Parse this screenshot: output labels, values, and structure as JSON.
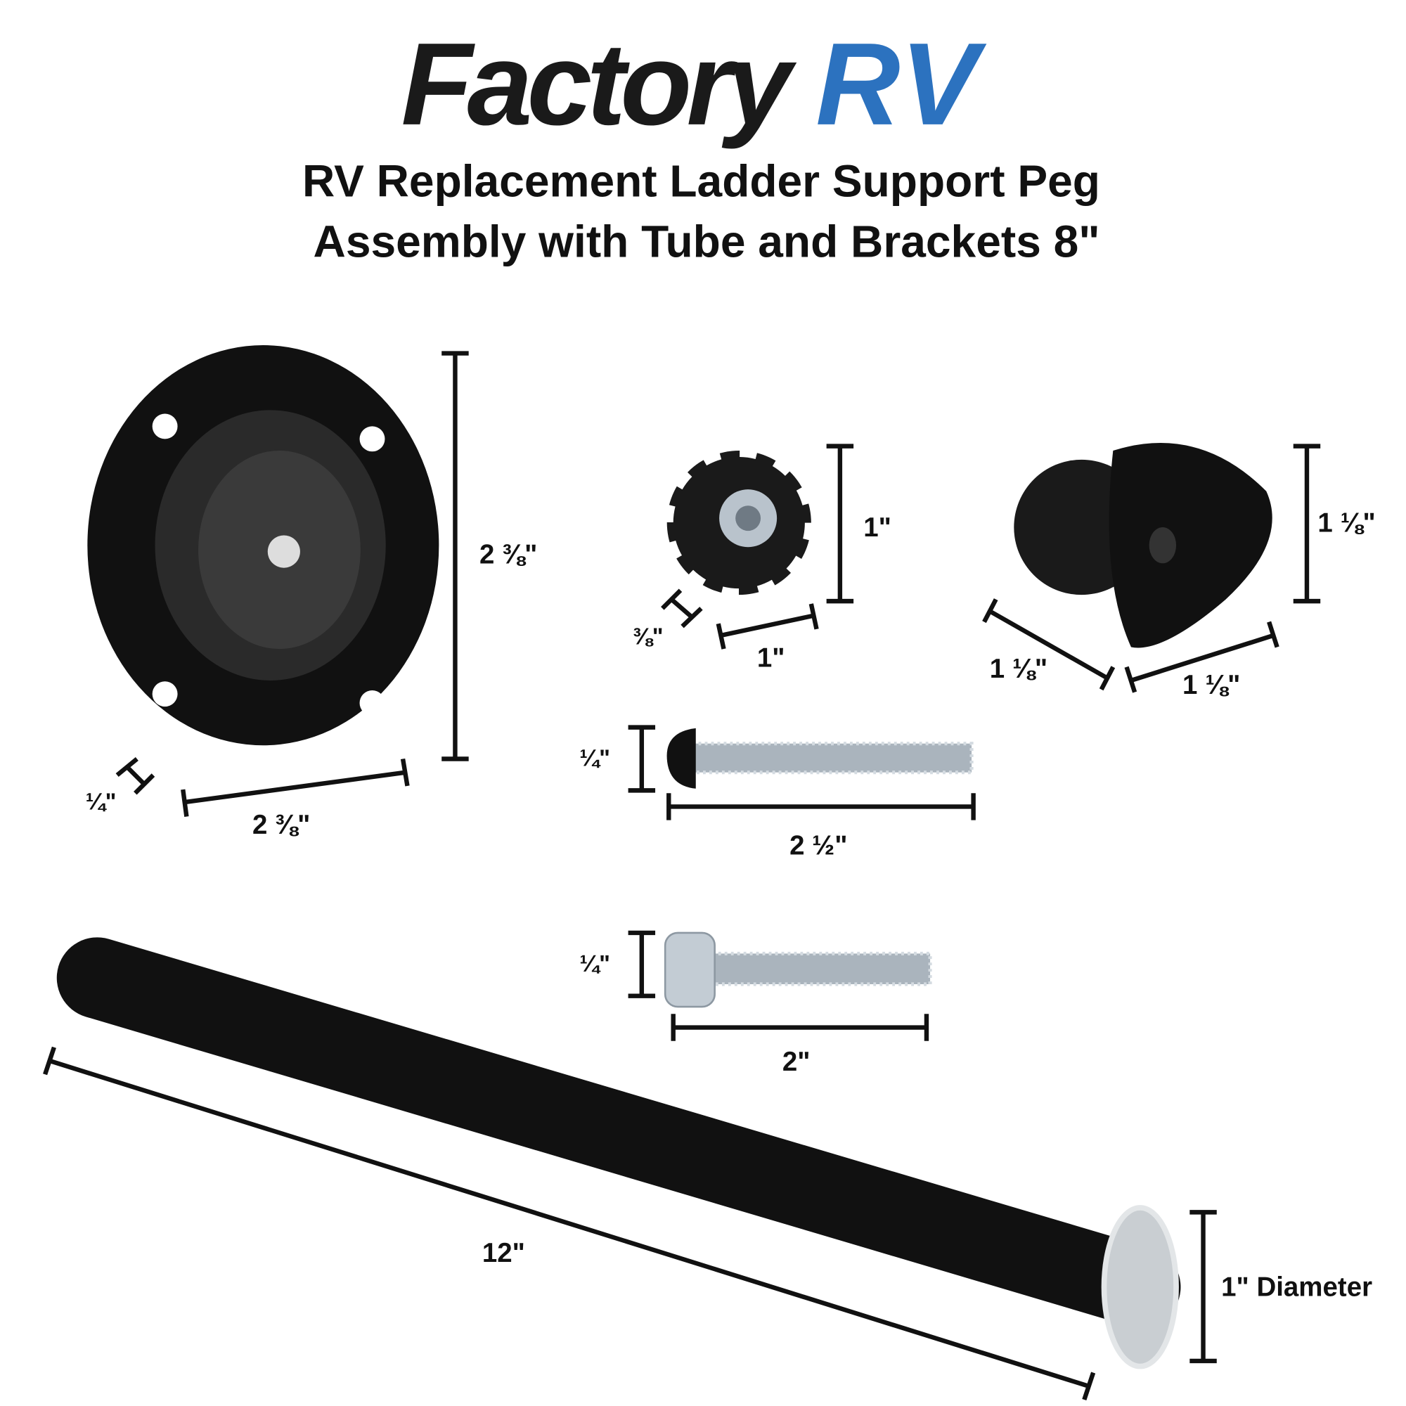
{
  "brand": {
    "word1": "Factory",
    "word2": "RV",
    "blue": "#2c72bf"
  },
  "title": {
    "line1": "RV Replacement Ladder Support Peg",
    "line2": "Assembly with Tube and Brackets 8\""
  },
  "flange": {
    "height": "2 ⅜\"",
    "width": "2 ⅜\"",
    "thickness": "¼\""
  },
  "star_nut": {
    "height": "1\"",
    "width": "1\"",
    "depth": "⅜\""
  },
  "end_cap": {
    "height": "1 ⅛\"",
    "width_left": "1 ⅛\"",
    "width_right": "1 ⅛\""
  },
  "bolt_long": {
    "diameter": "¼\"",
    "length": "2 ½\""
  },
  "bolt_short": {
    "diameter": "¼\"",
    "length": "2\""
  },
  "tube": {
    "length": "12\"",
    "diameter": "1\" Diameter"
  }
}
